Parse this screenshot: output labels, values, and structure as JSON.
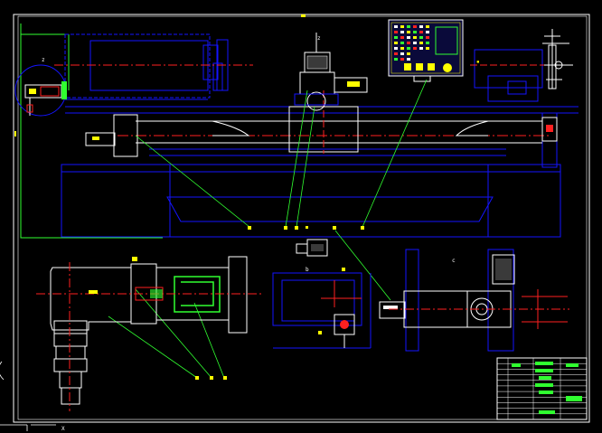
{
  "drawing": {
    "title": "",
    "palette": {
      "background": "#000000",
      "frame": "#ffffff",
      "outline": "#1414ff",
      "centerline": "#ff2020",
      "leader": "#30ff30",
      "text": "#ffffff",
      "highlight": "#ffff00"
    },
    "view_labels": {
      "top_small": "z",
      "left_small": "z",
      "middle_small": "b",
      "right_small": "c",
      "axis_x": "X"
    },
    "control_panel": {
      "rows": 7,
      "columns": 6
    },
    "title_block": {
      "rows": 11
    }
  }
}
